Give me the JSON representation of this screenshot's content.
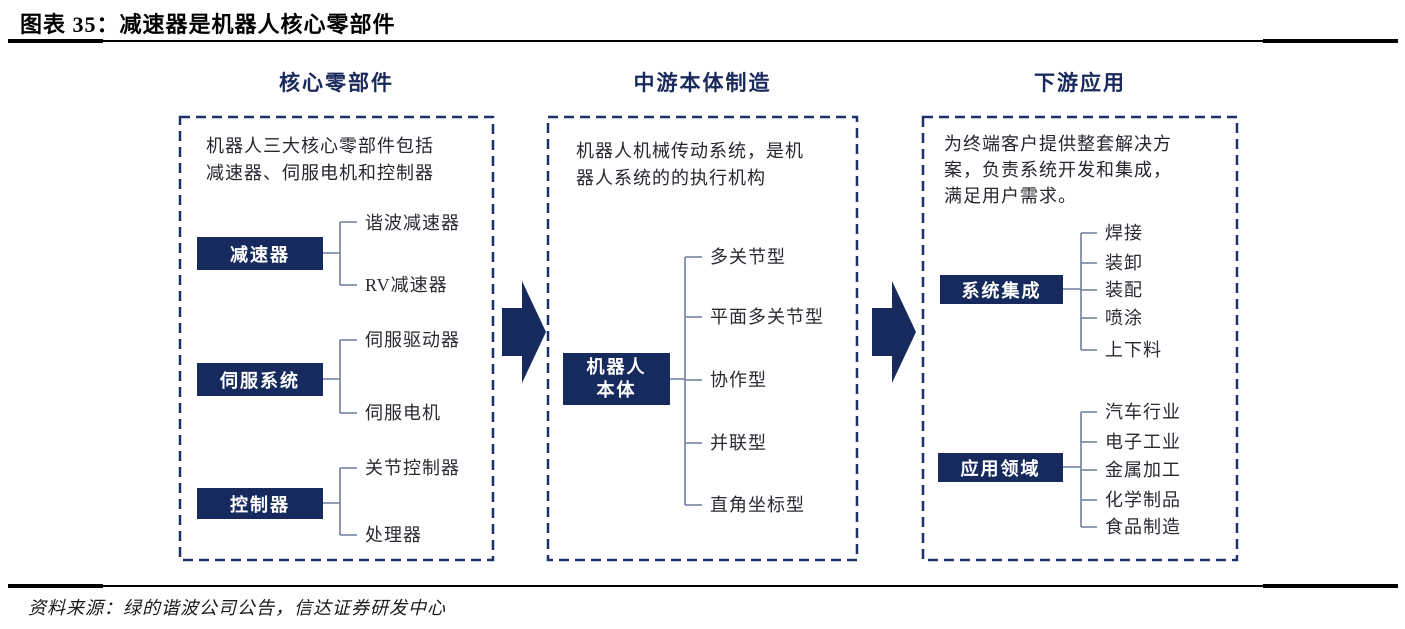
{
  "title": "图表 35：减速器是机器人核心零部件",
  "source": "资料来源：绿的谐波公司公告，信达证券研发中心",
  "colors": {
    "navy_fill": "#172a5e",
    "dashed_border": "#1e3168",
    "bracket_line": "#6f7d9c",
    "header_text": "#1b2a5c",
    "rule": "#000000"
  },
  "columns": [
    {
      "header": "核心零部件",
      "description": "机器人三大核心零部件包括\n减速器、伺服电机和控制器",
      "groups": [
        {
          "label": "减速器",
          "children": [
            "谐波减速器",
            "RV减速器"
          ]
        },
        {
          "label": "伺服系统",
          "children": [
            "伺服驱动器",
            "伺服电机"
          ]
        },
        {
          "label": "控制器",
          "children": [
            "关节控制器",
            "处理器"
          ]
        }
      ]
    },
    {
      "header": "中游本体制造",
      "description": "机器人机械传动系统，是机\n器人系统的的执行机构",
      "groups": [
        {
          "label": "机器人\n本体",
          "children": [
            "多关节型",
            "平面多关节型",
            "协作型",
            "并联型",
            "直角坐标型"
          ]
        }
      ]
    },
    {
      "header": "下游应用",
      "description": "为终端客户提供整套解决方\n案，负责系统开发和集成，\n满足用户需求。",
      "groups": [
        {
          "label": "系统集成",
          "children": [
            "焊接",
            "装卸",
            "装配",
            "喷涂",
            "上下料"
          ]
        },
        {
          "label": "应用领域",
          "children": [
            "汽车行业",
            "电子工业",
            "金属加工",
            "化学制品",
            "食品制造"
          ]
        }
      ]
    }
  ]
}
